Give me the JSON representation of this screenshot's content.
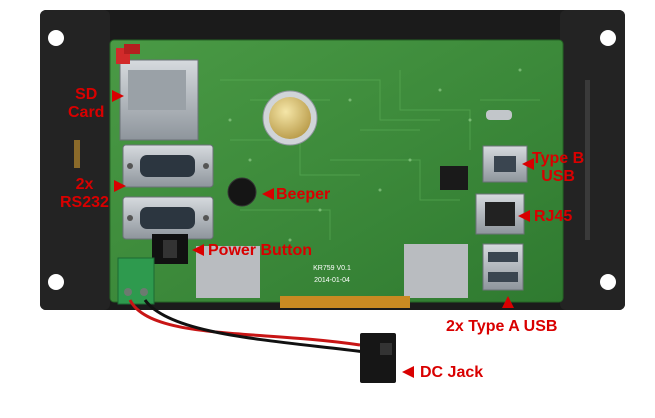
{
  "colors": {
    "annotation": "#d90000",
    "pcb_green": "#3d8a3a",
    "enclosure": "#1b1b1b",
    "bracket": "#2a2a2a",
    "connector_metal": "#a9b0b6",
    "terminal_green": "#2e9a4e",
    "panel_silver": "#b9bcc0",
    "ribbon_amber": "#c98a22",
    "battery_gold": "#d9c070"
  },
  "board_silkscreen": {
    "model": "KR759 V0.1",
    "date": "2014-01-04"
  },
  "callouts": {
    "sd_card": {
      "lines": [
        "SD",
        "Card"
      ]
    },
    "rs232": {
      "lines": [
        "2x",
        "RS232"
      ]
    },
    "beeper": {
      "lines": [
        "Beeper"
      ]
    },
    "power_button": {
      "lines": [
        "Power Button"
      ]
    },
    "type_b_usb": {
      "lines": [
        "Type B",
        "USB"
      ]
    },
    "rj45": {
      "lines": [
        "RJ45"
      ]
    },
    "type_a_usb": {
      "lines": [
        "2x Type A USB"
      ]
    },
    "dc_jack": {
      "lines": [
        "DC Jack"
      ]
    }
  }
}
